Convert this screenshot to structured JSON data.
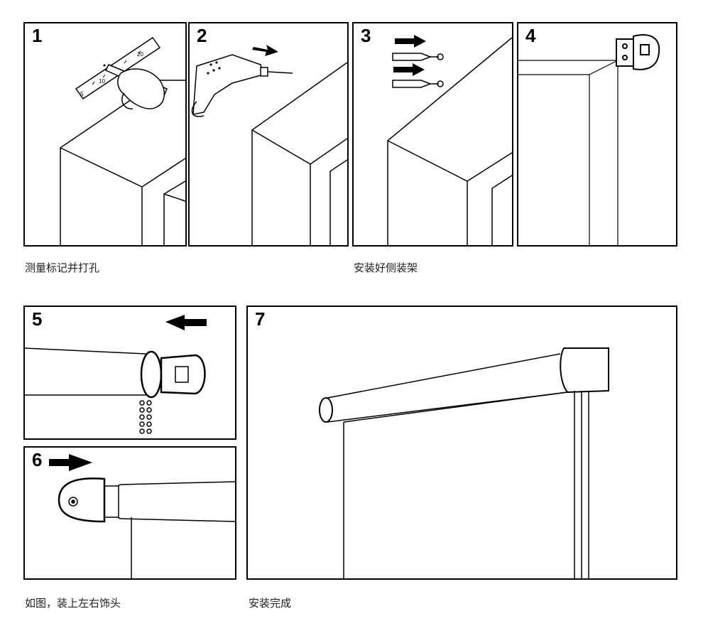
{
  "steps": {
    "s1": "1",
    "s2": "2",
    "s3": "3",
    "s4": "4",
    "s5": "5",
    "s6": "6",
    "s7": "7"
  },
  "ruler": {
    "t5": "5",
    "t10": "10",
    "t20": "20"
  },
  "captions": {
    "c1": "测量标记并打孔",
    "c2": "安装好侧装架",
    "c3": "如图，装上左右饰头",
    "c4": "安装完成"
  }
}
